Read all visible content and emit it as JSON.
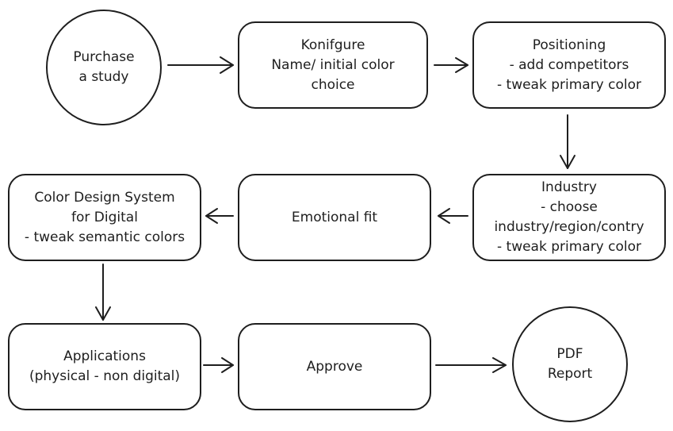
{
  "colors": {
    "stroke": "#1e1e1e",
    "background": "#ffffff"
  },
  "nodes": [
    {
      "id": "purchase",
      "shape": "circle",
      "lines": [
        "Purchase",
        "a study"
      ]
    },
    {
      "id": "konfigure",
      "shape": "rect",
      "lines": [
        "Konifgure",
        "Name/ initial color",
        "choice"
      ]
    },
    {
      "id": "positioning",
      "shape": "rect",
      "lines": [
        "Positioning",
        "- add competitors",
        "- tweak primary color"
      ]
    },
    {
      "id": "industry",
      "shape": "rect",
      "lines": [
        "Industry",
        "- choose",
        "industry/region/contry",
        "- tweak primary color"
      ]
    },
    {
      "id": "emotional",
      "shape": "rect",
      "lines": [
        "Emotional fit"
      ]
    },
    {
      "id": "colordesign",
      "shape": "rect",
      "lines": [
        "Color Design System",
        "for Digital",
        "- tweak semantic colors"
      ]
    },
    {
      "id": "applications",
      "shape": "rect",
      "lines": [
        "Applications",
        "(physical - non digital)"
      ]
    },
    {
      "id": "approve",
      "shape": "rect",
      "lines": [
        "Approve"
      ]
    },
    {
      "id": "pdf",
      "shape": "circle",
      "lines": [
        "PDF",
        "Report"
      ]
    }
  ],
  "edges": [
    {
      "from": "purchase",
      "to": "konfigure"
    },
    {
      "from": "konfigure",
      "to": "positioning"
    },
    {
      "from": "positioning",
      "to": "industry"
    },
    {
      "from": "industry",
      "to": "emotional"
    },
    {
      "from": "emotional",
      "to": "colordesign"
    },
    {
      "from": "colordesign",
      "to": "applications"
    },
    {
      "from": "applications",
      "to": "approve"
    },
    {
      "from": "approve",
      "to": "pdf"
    }
  ]
}
